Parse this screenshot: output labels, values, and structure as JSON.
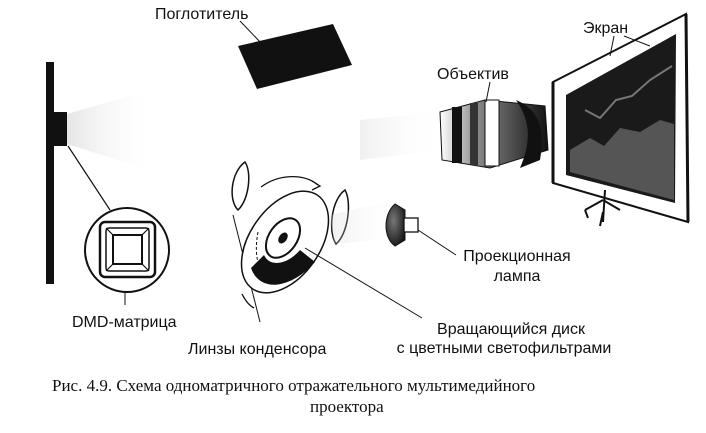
{
  "labels": {
    "absorber": "Поглотитель",
    "screen": "Экран",
    "objective": "Объектив",
    "lamp_line1": "Проекционная",
    "lamp_line2": "лампа",
    "dmd": "DMD-матрица",
    "condenser": "Линзы конденсора",
    "disk_line1": "Вращающийся диск",
    "disk_line2": "с цветными светофильтрами"
  },
  "caption": {
    "line1": "Рис. 4.9. Схема одноматричного отражательного мультимедийного",
    "line2": "проектора"
  },
  "colors": {
    "ink": "#111111",
    "background": "#ffffff"
  }
}
